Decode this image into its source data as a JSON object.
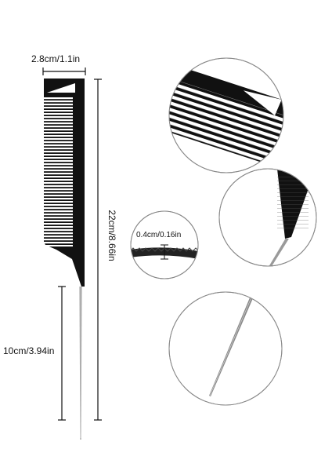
{
  "product": {
    "color": "#111111",
    "needle_color": "#9a9a9a"
  },
  "dimensions": {
    "width_label": "2.8cm/1.1in",
    "length_label": "22cm/8.66in",
    "needle_label": "10cm/3.94in",
    "thickness_label": "0.4cm/0.16in"
  },
  "detail_views": [
    {
      "name": "comb-head-detail",
      "icon": "comb-teeth"
    },
    {
      "name": "comb-neck-detail",
      "icon": "comb-tail-taper"
    },
    {
      "name": "needle-tip-detail",
      "icon": "needle-tip"
    },
    {
      "name": "thickness-detail",
      "icon": "comb-side-profile"
    }
  ]
}
